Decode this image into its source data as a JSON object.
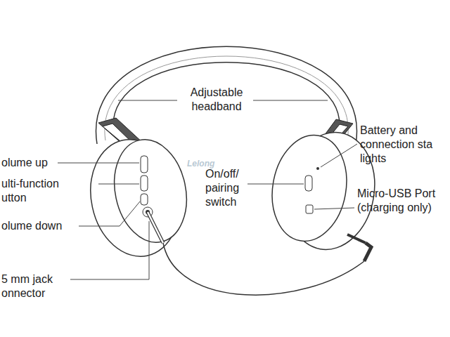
{
  "diagram": {
    "labels": [
      "Adjustable headband",
      "Battery and connection sta lights",
      "olume up",
      "ulti-function utton",
      "olume down",
      "On/off/ pairing switch",
      "Micro-USB Port (charging only)",
      "5 mm jack onnector",
      "Lelong"
    ]
  }
}
